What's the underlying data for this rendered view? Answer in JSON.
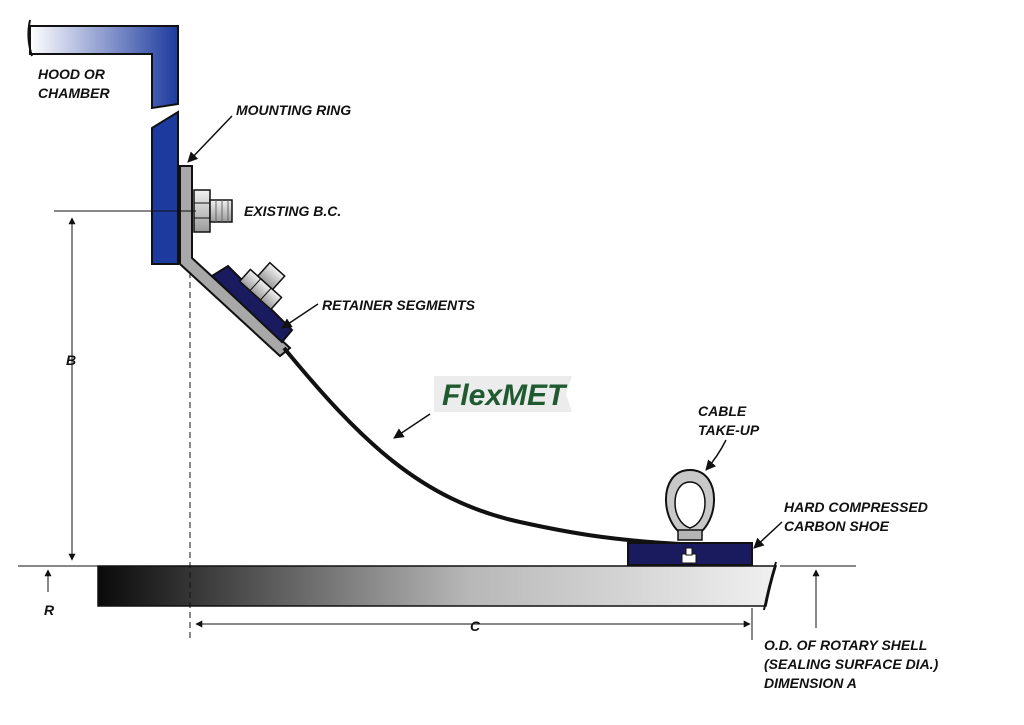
{
  "labels": {
    "hood": [
      "HOOD OR",
      "CHAMBER"
    ],
    "mounting_ring": "MOUNTING RING",
    "existing_bc": "EXISTING B.C.",
    "retainer_segments": "RETAINER SEGMENTS",
    "flexmet": "FlexMET",
    "cable": [
      "CABLE",
      "TAKE-UP"
    ],
    "carbon_shoe": [
      "HARD COMPRESSED",
      "CARBON SHOE"
    ],
    "dimension_b": "B",
    "dimension_r": "R",
    "dimension_c": "C",
    "rotary_shell": [
      "O.D. OF ROTARY SHELL",
      "(SEALING SURFACE DIA.)",
      "DIMENSION A"
    ]
  },
  "colors": {
    "hood_blue": "#1d3a9e",
    "retainer_navy": "#1a1a5e",
    "steel_gray": "#a8a8a8",
    "flexmet_green": "#1f5a30"
  }
}
